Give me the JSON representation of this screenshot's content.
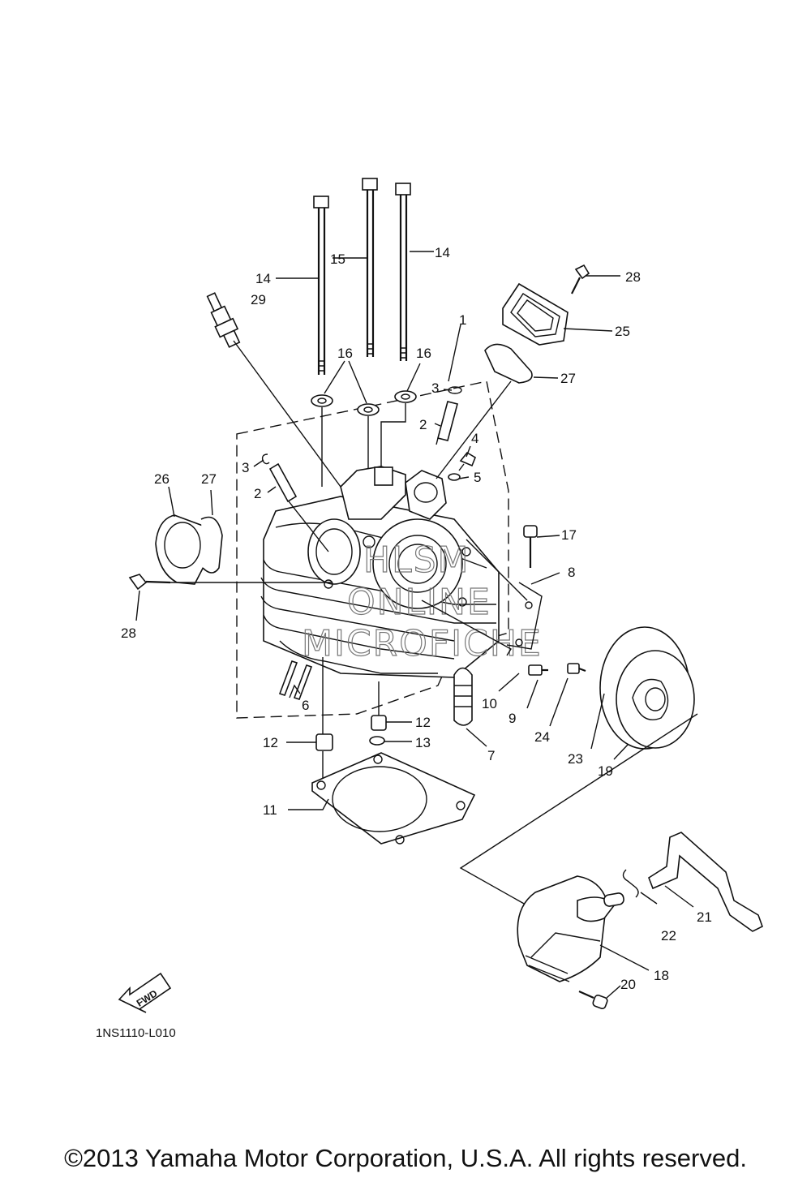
{
  "diagram": {
    "part_code": "1NS1110-L010",
    "fwd_label": "FWD",
    "watermark": [
      "HLSM",
      "ONLINE",
      "MICROFICHE"
    ],
    "callouts": [
      "1",
      "2",
      "2",
      "3",
      "3",
      "4",
      "5",
      "6",
      "7",
      "8",
      "9",
      "10",
      "11",
      "12",
      "12",
      "13",
      "14",
      "14",
      "15",
      "16",
      "16",
      "17",
      "18",
      "19",
      "20",
      "21",
      "22",
      "23",
      "24",
      "25",
      "26",
      "27",
      "27",
      "28",
      "28",
      "29"
    ]
  },
  "footer": {
    "copyright": "©2013 Yamaha Motor Corporation, U.S.A. All rights reserved."
  }
}
